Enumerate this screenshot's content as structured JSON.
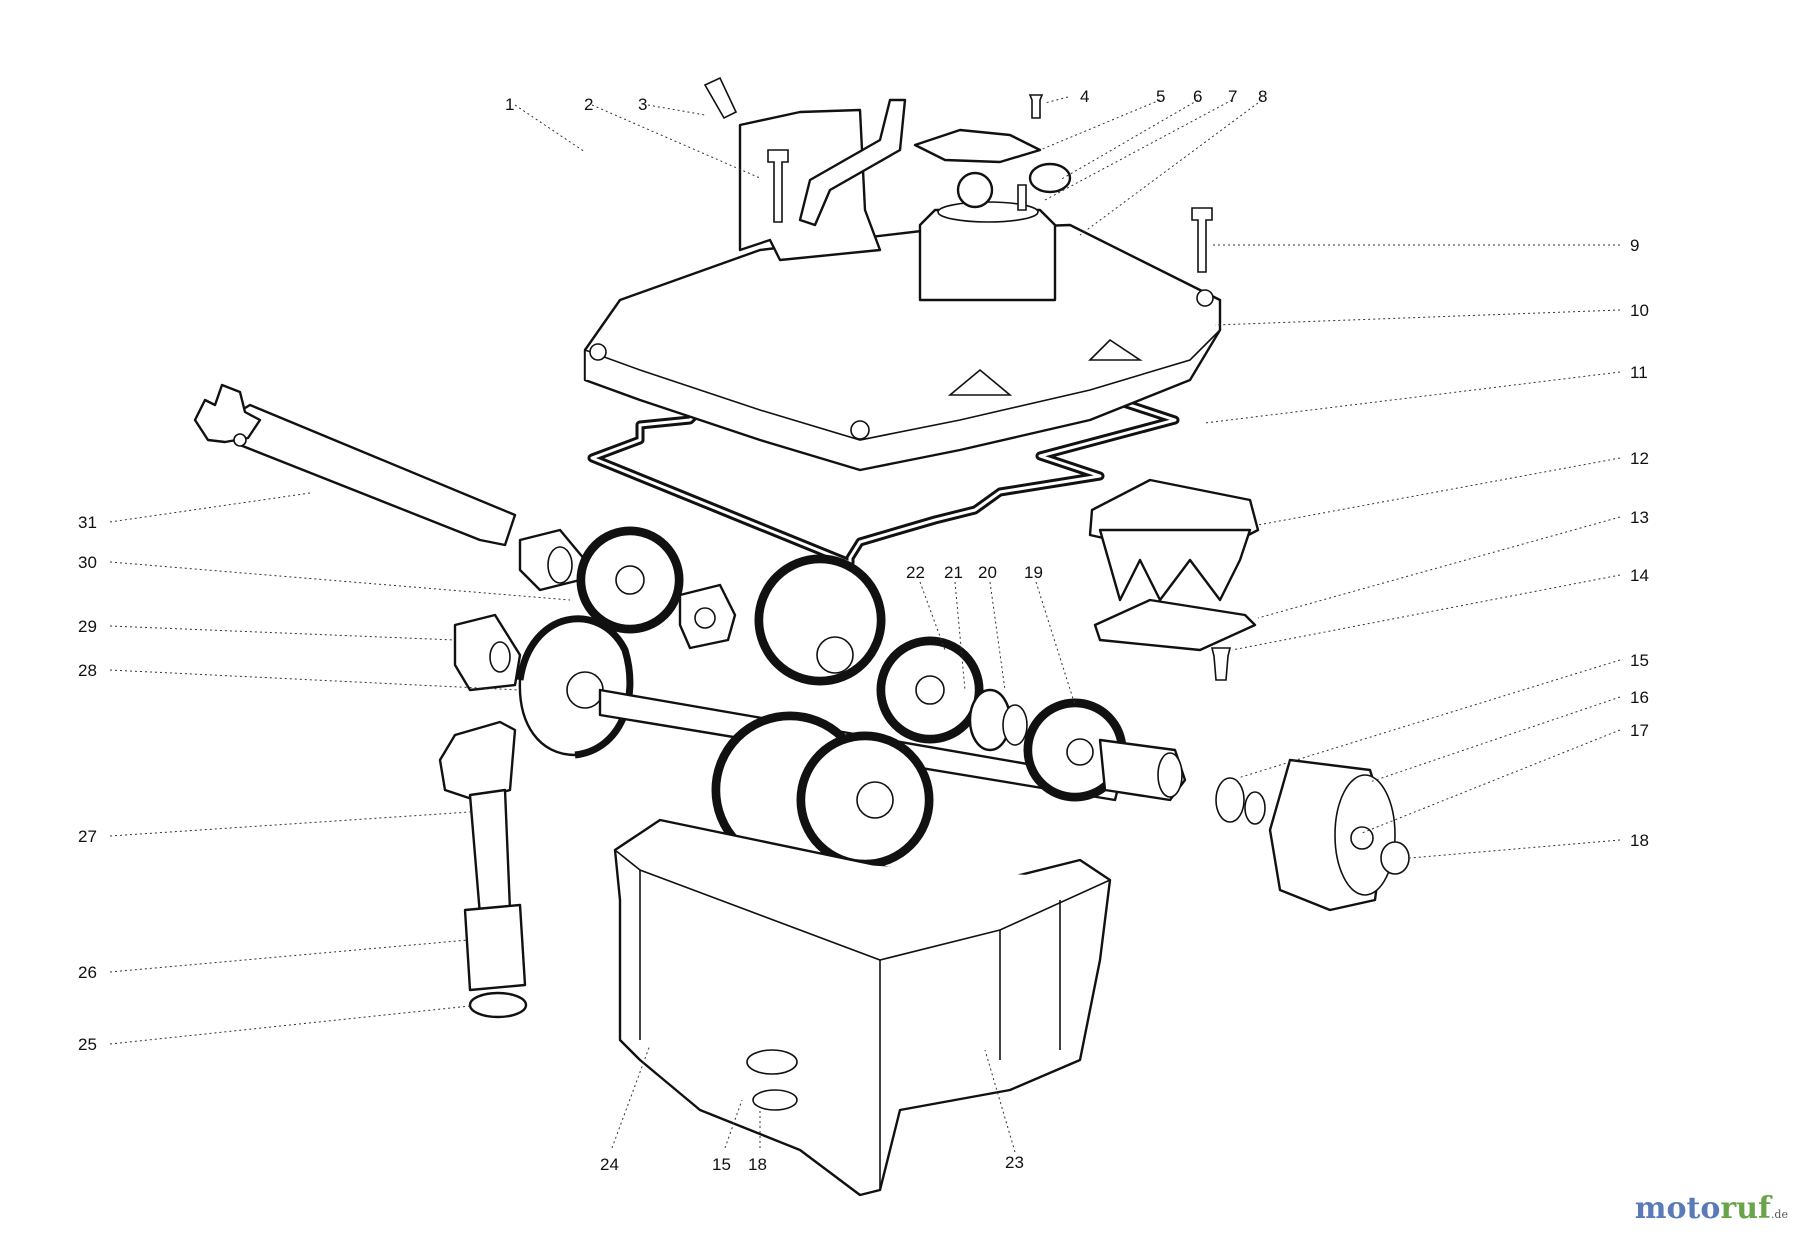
{
  "diagram": {
    "callouts": [
      {
        "id": "c1",
        "text": "1"
      },
      {
        "id": "c2",
        "text": "2"
      },
      {
        "id": "c3",
        "text": "3"
      },
      {
        "id": "c4",
        "text": "4"
      },
      {
        "id": "c5",
        "text": "5"
      },
      {
        "id": "c6",
        "text": "6"
      },
      {
        "id": "c7",
        "text": "7"
      },
      {
        "id": "c8",
        "text": "8"
      },
      {
        "id": "c9",
        "text": "9"
      },
      {
        "id": "c10",
        "text": "10"
      },
      {
        "id": "c11",
        "text": "11"
      },
      {
        "id": "c12",
        "text": "12"
      },
      {
        "id": "c13",
        "text": "13"
      },
      {
        "id": "c14",
        "text": "14"
      },
      {
        "id": "c15",
        "text": "15"
      },
      {
        "id": "c16",
        "text": "16"
      },
      {
        "id": "c17",
        "text": "17"
      },
      {
        "id": "c18",
        "text": "18"
      },
      {
        "id": "c19",
        "text": "19"
      },
      {
        "id": "c20",
        "text": "20"
      },
      {
        "id": "c21",
        "text": "21"
      },
      {
        "id": "c22",
        "text": "22"
      },
      {
        "id": "c23",
        "text": "23"
      },
      {
        "id": "c24",
        "text": "24"
      },
      {
        "id": "c25",
        "text": "25"
      },
      {
        "id": "c26",
        "text": "26"
      },
      {
        "id": "c27",
        "text": "27"
      },
      {
        "id": "c28",
        "text": "28"
      },
      {
        "id": "c29",
        "text": "29"
      },
      {
        "id": "c30",
        "text": "30"
      },
      {
        "id": "c31",
        "text": "31"
      },
      {
        "id": "c15b",
        "text": "15"
      },
      {
        "id": "c18b",
        "text": "18"
      }
    ]
  },
  "watermark": {
    "part_a": "moto",
    "part_b": "ruf",
    "part_c": ".de"
  },
  "colors": {
    "ink": "#111111",
    "paper": "#ffffff",
    "brand_blue": "#5a7ab8",
    "brand_green": "#6aa44a"
  }
}
